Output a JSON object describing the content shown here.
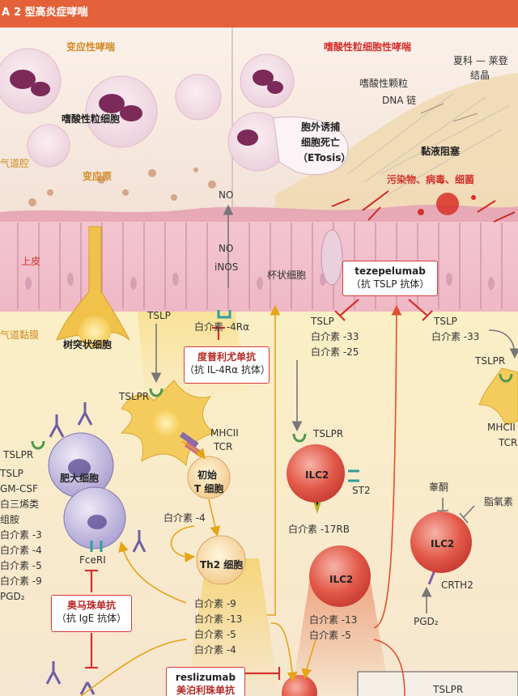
{
  "header": {
    "prefix": "A",
    "title": "2 型高炎症哮喘"
  },
  "left_panel": {
    "title": "变应性哮喘",
    "eosinophil_label": "嗜酸性粒细胞",
    "airway_lumen": "气道腔",
    "allergen": "变应原",
    "epithelium": "上皮",
    "airway_mucosa": "气道黏膜",
    "dendritic_cell": "树突状细胞"
  },
  "right_panel": {
    "title": "嗜酸性粒细胞性哮喘",
    "charcot_leyden": [
      "夏科 — 莱登",
      "结晶"
    ],
    "eos_granule": "嗜酸性颗粒",
    "dna_chain": "DNA 链",
    "etosis": [
      "胞外诱捕",
      "细胞死亡",
      "（ETosis）"
    ],
    "mucus_plug": "黏液阻塞",
    "pollutants": "污染物、病毒、细菌",
    "goblet_cell": "杯状细胞"
  },
  "labels": {
    "no_top": "NO",
    "no_mid": "NO",
    "inos": "iNOS",
    "tslp_1": "TSLP",
    "il4ra": "白介素 -4Rα",
    "tslpr_1": "TSLPR",
    "mhcii": "MHCII",
    "tcr": "TCR",
    "naive_t": [
      "初始",
      "T 细胞"
    ],
    "il4_loop": "白介素 -4",
    "th2": "Th2 细胞",
    "th2_cytokines": [
      "白介素 -9",
      "白介素 -13",
      "白介素 -5",
      "白介素 -4"
    ],
    "mast_cell": "肥大细胞",
    "mast_left": [
      "TSLPR",
      "TSLP",
      "GM-CSF",
      "白三烯类",
      "组胺",
      "白介素 -3",
      "白介素 -4",
      "白介素 -5",
      "白介素 -9",
      "PGD₂"
    ],
    "fceri": "FceRI",
    "tslp_2": "TSLP",
    "il33_1": "白介素 -33",
    "il25": "白介素 -25",
    "tslpr_2": "TSLPR",
    "ilc2_1": "ILC2",
    "st2": "ST2",
    "il17rb": "白介素 -17RB",
    "ilc2_2": "ILC2",
    "ilc2_2_cyto": [
      "白介素 -13",
      "白介素 -5"
    ],
    "tslp_3": "TSLP",
    "il33_2": "白介素 -33",
    "tslpr_3": "TSLPR",
    "mhcii_2": "MHCII",
    "tcr_2": "TCR",
    "testosterone": "睾酮",
    "lipoxin": "脂氧素",
    "ilc2_3": "ILC2",
    "crth2": "CRTH2",
    "pgd2": "PGD₂",
    "tslpr_4": "TSLPR"
  },
  "drugs": {
    "tezepelumab": {
      "name": "tezepelumab",
      "desc": "（抗 TSLP 抗体）"
    },
    "dupilumab": {
      "name": "度普利尤单抗",
      "desc": "（抗 IL-4Rα 抗体）"
    },
    "omalizumab": {
      "name": "奥马珠单抗",
      "desc": "（抗 IgE 抗体）"
    },
    "reslizumab": {
      "name": "reslizumab",
      "desc": "美泊利珠单抗"
    }
  },
  "colors": {
    "header": "#e4623a",
    "inhibitor": "#d4302c",
    "activation_arrow": "#e6a417",
    "ilc2_cell": "#d8403a",
    "mast_cell": "#6e5fa5"
  }
}
